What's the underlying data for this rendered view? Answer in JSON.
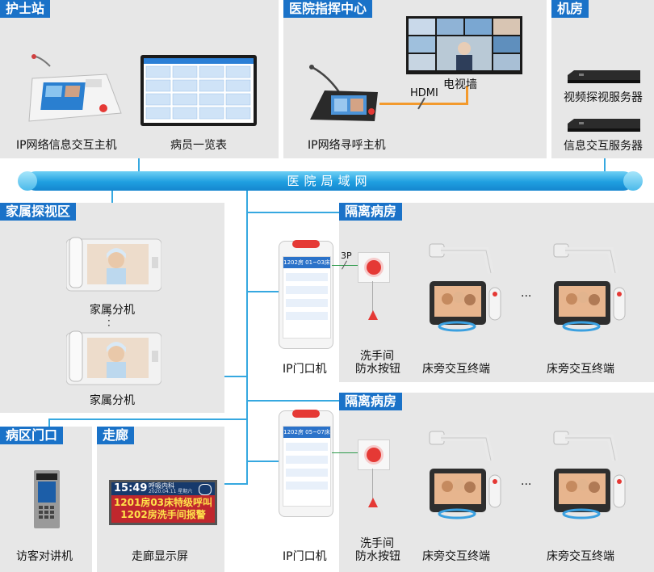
{
  "lan": {
    "label": "医院局域网"
  },
  "sections": {
    "nurse_station": {
      "title": "护士站",
      "items": [
        "IP网络信息交互主机",
        "病员一览表"
      ]
    },
    "command_center": {
      "title": "医院指挥中心",
      "items": [
        "IP网络寻呼主机",
        "电视墙"
      ],
      "link_label": "HDMI"
    },
    "machine_room": {
      "title": "机房",
      "items": [
        "视频探视服务器",
        "信息交互服务器"
      ]
    },
    "family_visit": {
      "title": "家属探视区",
      "items": [
        "家属分机",
        "家属分机"
      ]
    },
    "ward_entrance": {
      "title": "病区门口",
      "items": [
        "访客对讲机"
      ]
    },
    "corridor": {
      "title": "走廊",
      "items": [
        "走廊显示屏"
      ],
      "display": {
        "time": "15:49",
        "dept": "呼吸内科",
        "date": "2020.04.11 星期六",
        "line1": "1201房03床特级呼叫",
        "line2": "1202房洗手间报警"
      }
    },
    "isolation_1": {
      "title": "隔离病房",
      "door_label": "IP门口机",
      "door_room": "1202房 01~03床",
      "button_label_1": "洗手间",
      "button_label_2": "防水按钮",
      "wire_label": "3P",
      "bedside_label": "床旁交互终端",
      "ellipsis": "..."
    },
    "isolation_2": {
      "title": "隔离病房",
      "door_label": "IP门口机",
      "door_room": "1202房 05~07床",
      "button_label_1": "洗手间",
      "button_label_2": "防水按钮",
      "bedside_label": "床旁交互终端",
      "ellipsis": "..."
    }
  },
  "colors": {
    "tag_blue": "#1a72c8",
    "lan_blue": "#1f9fe0",
    "connector": "#36a8e0",
    "panel_gray": "#e7e7e7",
    "hdmi_orange": "#f39a2d",
    "alarm_red": "#e53935"
  }
}
